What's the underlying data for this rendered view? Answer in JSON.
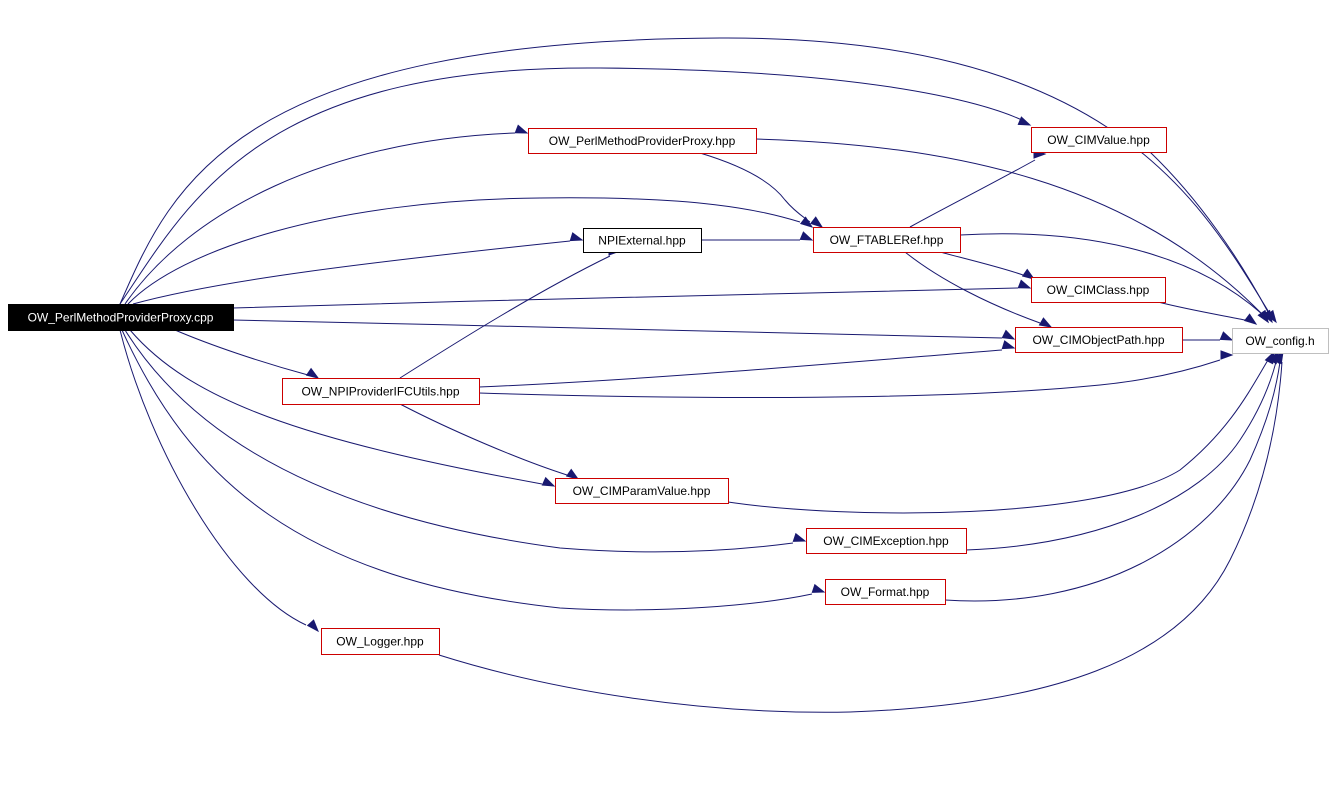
{
  "diagram": {
    "type": "include-dependency-graph",
    "nodes": [
      {
        "id": "root",
        "label": "OW_PerlMethodProviderProxy.cpp",
        "style": "root"
      },
      {
        "id": "ppx",
        "label": "OW_PerlMethodProviderProxy.hpp",
        "style": "red"
      },
      {
        "id": "cimv",
        "label": "OW_CIMValue.hpp",
        "style": "red"
      },
      {
        "id": "npie",
        "label": "NPIExternal.hpp",
        "style": "black"
      },
      {
        "id": "ftab",
        "label": "OW_FTABLERef.hpp",
        "style": "red"
      },
      {
        "id": "cimc",
        "label": "OW_CIMClass.hpp",
        "style": "red"
      },
      {
        "id": "cfg",
        "label": "OW_config.h",
        "style": "gray"
      },
      {
        "id": "cimop",
        "label": "OW_CIMObjectPath.hpp",
        "style": "red"
      },
      {
        "id": "npiu",
        "label": "OW_NPIProviderIFCUtils.hpp",
        "style": "red"
      },
      {
        "id": "cimpv",
        "label": "OW_CIMParamValue.hpp",
        "style": "red"
      },
      {
        "id": "cimex",
        "label": "OW_CIMException.hpp",
        "style": "red"
      },
      {
        "id": "fmt",
        "label": "OW_Format.hpp",
        "style": "red"
      },
      {
        "id": "log",
        "label": "OW_Logger.hpp",
        "style": "red"
      }
    ],
    "edges": [
      {
        "from": "root",
        "to": "cfg"
      },
      {
        "from": "root",
        "to": "cimv"
      },
      {
        "from": "root",
        "to": "ppx"
      },
      {
        "from": "root",
        "to": "ftab"
      },
      {
        "from": "root",
        "to": "npie"
      },
      {
        "from": "root",
        "to": "cimc"
      },
      {
        "from": "root",
        "to": "cimop"
      },
      {
        "from": "root",
        "to": "npiu"
      },
      {
        "from": "root",
        "to": "cimpv"
      },
      {
        "from": "root",
        "to": "cimex"
      },
      {
        "from": "root",
        "to": "fmt"
      },
      {
        "from": "root",
        "to": "log"
      },
      {
        "from": "ppx",
        "to": "ftab"
      },
      {
        "from": "ppx",
        "to": "cfg"
      },
      {
        "from": "npie",
        "to": "ftab"
      },
      {
        "from": "ftab",
        "to": "cimv"
      },
      {
        "from": "ftab",
        "to": "cimc"
      },
      {
        "from": "ftab",
        "to": "cimop"
      },
      {
        "from": "ftab",
        "to": "cfg"
      },
      {
        "from": "cimv",
        "to": "cfg"
      },
      {
        "from": "cimc",
        "to": "cfg"
      },
      {
        "from": "cimop",
        "to": "cfg"
      },
      {
        "from": "npiu",
        "to": "npie"
      },
      {
        "from": "npiu",
        "to": "cimop"
      },
      {
        "from": "npiu",
        "to": "cimpv"
      },
      {
        "from": "npiu",
        "to": "cfg"
      },
      {
        "from": "cimpv",
        "to": "cfg"
      },
      {
        "from": "cimex",
        "to": "cfg"
      },
      {
        "from": "fmt",
        "to": "cfg"
      },
      {
        "from": "log",
        "to": "cfg"
      }
    ],
    "colors": {
      "edge": "#191970",
      "node_border_red": "#cc0000",
      "node_border_black": "#000000",
      "node_border_gray": "#bfbfbf",
      "root_fill": "#000000",
      "root_text": "#ffffff"
    }
  }
}
